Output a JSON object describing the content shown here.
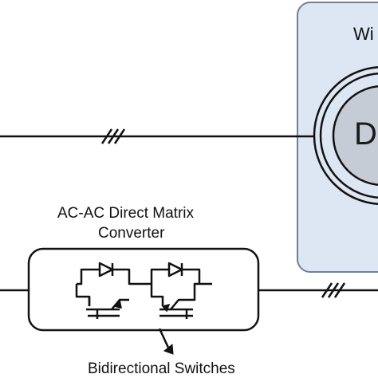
{
  "diagram": {
    "wind_label": "Wi",
    "generator_label": "D",
    "converter_label_line1": "AC-AC Direct Matrix",
    "converter_label_line2": "Converter",
    "switches_label": "Bidirectional Switches"
  },
  "colors": {
    "panel_fill": "#dde6f3",
    "panel_stroke": "#6f7f94",
    "rotor_fill": "#c6ccd5",
    "line": "#111111"
  }
}
